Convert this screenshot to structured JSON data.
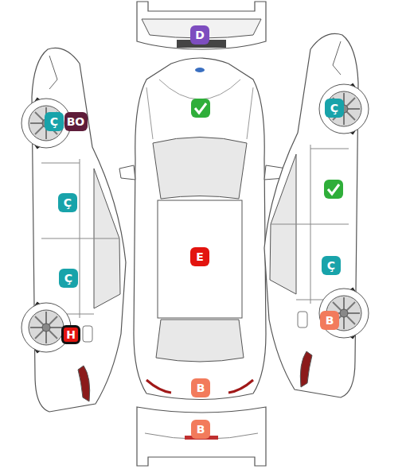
{
  "diagram": {
    "nodes": [
      {
        "text": [
          "D"
        ]
      },
      {
        "text": [
          "Ç"
        ]
      },
      {
        "text": [
          "Ç"
        ]
      },
      {
        "text": [
          "BO"
        ]
      },
      {
        "text": [
          "Ç"
        ]
      },
      {
        "text": [
          "E"
        ]
      },
      {
        "text": [
          "Ç"
        ]
      },
      {
        "text": [
          "Ç"
        ]
      },
      {
        "text": [
          "B"
        ]
      },
      {
        "text": [
          "H"
        ]
      },
      {
        "text": [
          "B"
        ]
      },
      {
        "text": [
          "B"
        ]
      }
    ]
  }
}
